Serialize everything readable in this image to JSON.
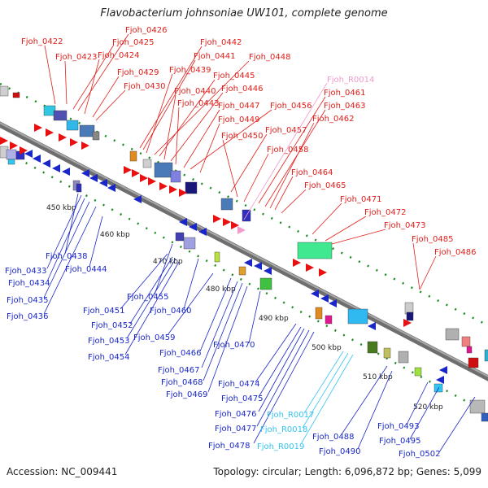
{
  "title": "Flavobacterium johnsoniae UW101, complete genome",
  "footer": {
    "accession": "Accession: NC_009441",
    "topology": "Topology: circular; Length: 6,096,872 bp; Genes: 5,099"
  },
  "colors": {
    "forward_label": "#e0201c",
    "reverse_label": "#1a27c8",
    "rna_forward_label": "#f29acb",
    "rna_reverse_label": "#33c4f0",
    "backbone": "#888888",
    "tick": "#1f8a1f"
  },
  "kbp_ticks": [
    "450 kbp",
    "460 kbp",
    "470 kbp",
    "480 kbp",
    "490 kbp",
    "500 kbp",
    "510 kbp",
    "520 kbp"
  ],
  "forward_genes": [
    "Fjoh_0422",
    "Fjoh_0423",
    "Fjoh_0425",
    "Fjoh_0426",
    "Fjoh_0424",
    "Fjoh_0429",
    "Fjoh_0430",
    "Fjoh_0442",
    "Fjoh_0441",
    "Fjoh_0439",
    "Fjoh_0448",
    "Fjoh_0445",
    "Fjoh_0440",
    "Fjoh_0446",
    "Fjoh_0443",
    "Fjoh_0447",
    "Fjoh_0456",
    "Fjoh_0449",
    "Fjoh_0457",
    "Fjoh_0450",
    "Fjoh_0458",
    "Fjoh_0461",
    "Fjoh_0463",
    "Fjoh_0462",
    "Fjoh_0464",
    "Fjoh_0465",
    "Fjoh_0471",
    "Fjoh_0472",
    "Fjoh_0473",
    "Fjoh_0485",
    "Fjoh_0486"
  ],
  "forward_rna": [
    "Fjoh_R0014"
  ],
  "reverse_genes": [
    "Fjoh_0438",
    "Fjoh_0433",
    "Fjoh_0434",
    "Fjoh_0444",
    "Fjoh_0435",
    "Fjoh_0436",
    "Fjoh_0455",
    "Fjoh_0451",
    "Fjoh_0460",
    "Fjoh_0452",
    "Fjoh_0453",
    "Fjoh_0459",
    "Fjoh_0454",
    "Fjoh_0466",
    "Fjoh_0470",
    "Fjoh_0467",
    "Fjoh_0468",
    "Fjoh_0474",
    "Fjoh_0469",
    "Fjoh_0475",
    "Fjoh_0476",
    "Fjoh_0477",
    "Fjoh_0478",
    "Fjoh_0488",
    "Fjoh_0493",
    "Fjoh_0490",
    "Fjoh_0495",
    "Fjoh_0502"
  ],
  "reverse_rna": [
    "Fjoh_R0017",
    "Fjoh_R0018",
    "Fjoh_R0019"
  ]
}
